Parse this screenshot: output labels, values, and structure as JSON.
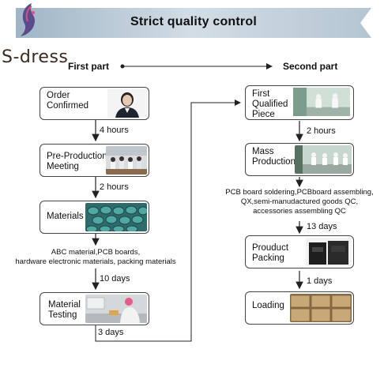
{
  "header": {
    "title": "Strict quality control",
    "brand": "S-dress"
  },
  "parts": {
    "first": "First part",
    "second": "Second part"
  },
  "colors": {
    "banner": "#c5d3de",
    "border": "#444444",
    "arrow": "#222222",
    "brand": "#3b2a1f"
  },
  "first_column": {
    "steps": [
      {
        "label": "Order\nConfirmed",
        "image": "person-portrait"
      },
      {
        "label": "Pre-Production\nMeeting",
        "image": "meeting-room-photo"
      },
      {
        "label": "Materials",
        "image": "materials-photo"
      },
      {
        "label": "Material\nTesting",
        "image": "testing-photo"
      }
    ],
    "durations": [
      "4 hours",
      "2 hours",
      "10 days",
      "3 days"
    ],
    "note": "ABC material,PCB boards,\nhardware electronic materials, packing materials"
  },
  "second_column": {
    "steps": [
      {
        "label": "First\nQualified\nPiece",
        "image": "workshop-photo"
      },
      {
        "label": "Mass\nProduction",
        "image": "production-line-photo"
      },
      {
        "label": "Prouduct\nPacking",
        "image": "packing-photo"
      },
      {
        "label": "Loading",
        "image": "cartons-photo"
      }
    ],
    "durations": [
      "2 hours",
      "13 days",
      "1 days"
    ],
    "note": "PCB board soldering,PCBboard assembling,\nQX,semi-manudactured goods QC,\naccessories assembling QC"
  }
}
